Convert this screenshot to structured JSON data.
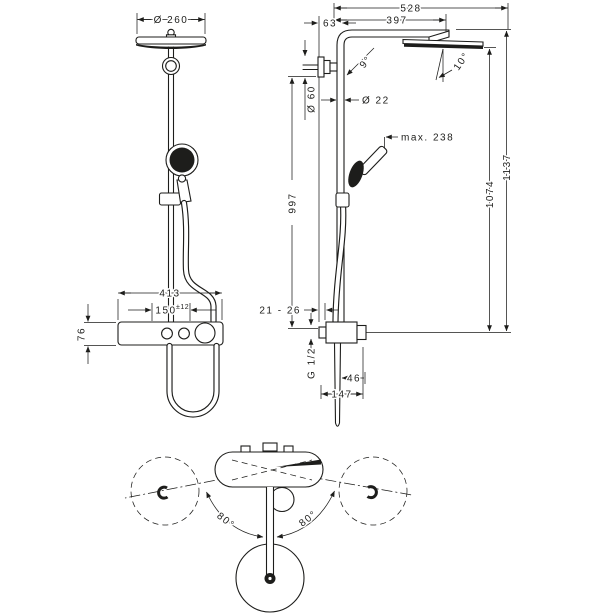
{
  "meta": {
    "description": "Technical dimension drawing of a thermostatic showerpipe (front view, side view, top view)",
    "line_color": "#1d1d1b",
    "background": "#ffffff"
  },
  "front": {
    "head_diameter": "Ø 260",
    "bar_width": "413",
    "connection_distance": "150",
    "connection_tolerance": "±12",
    "bar_height": "76"
  },
  "side": {
    "total_projection": "528",
    "arm_projection": "397",
    "wall_offset": "63",
    "bracket_diameter": "Ø 60",
    "pipe_diameter": "Ø 22",
    "arm_angle": "9°",
    "head_tilt": "10°",
    "hose_reach": "max. 238",
    "rail_length": "997",
    "height_to_head": "1074",
    "total_height": "1137",
    "wall_clearance": "21 - 26",
    "thread_size": "G 1/2",
    "outlet_offset": "46",
    "unit_depth": "147"
  },
  "bottom": {
    "swivel_left": "80°",
    "swivel_right": "80°"
  }
}
